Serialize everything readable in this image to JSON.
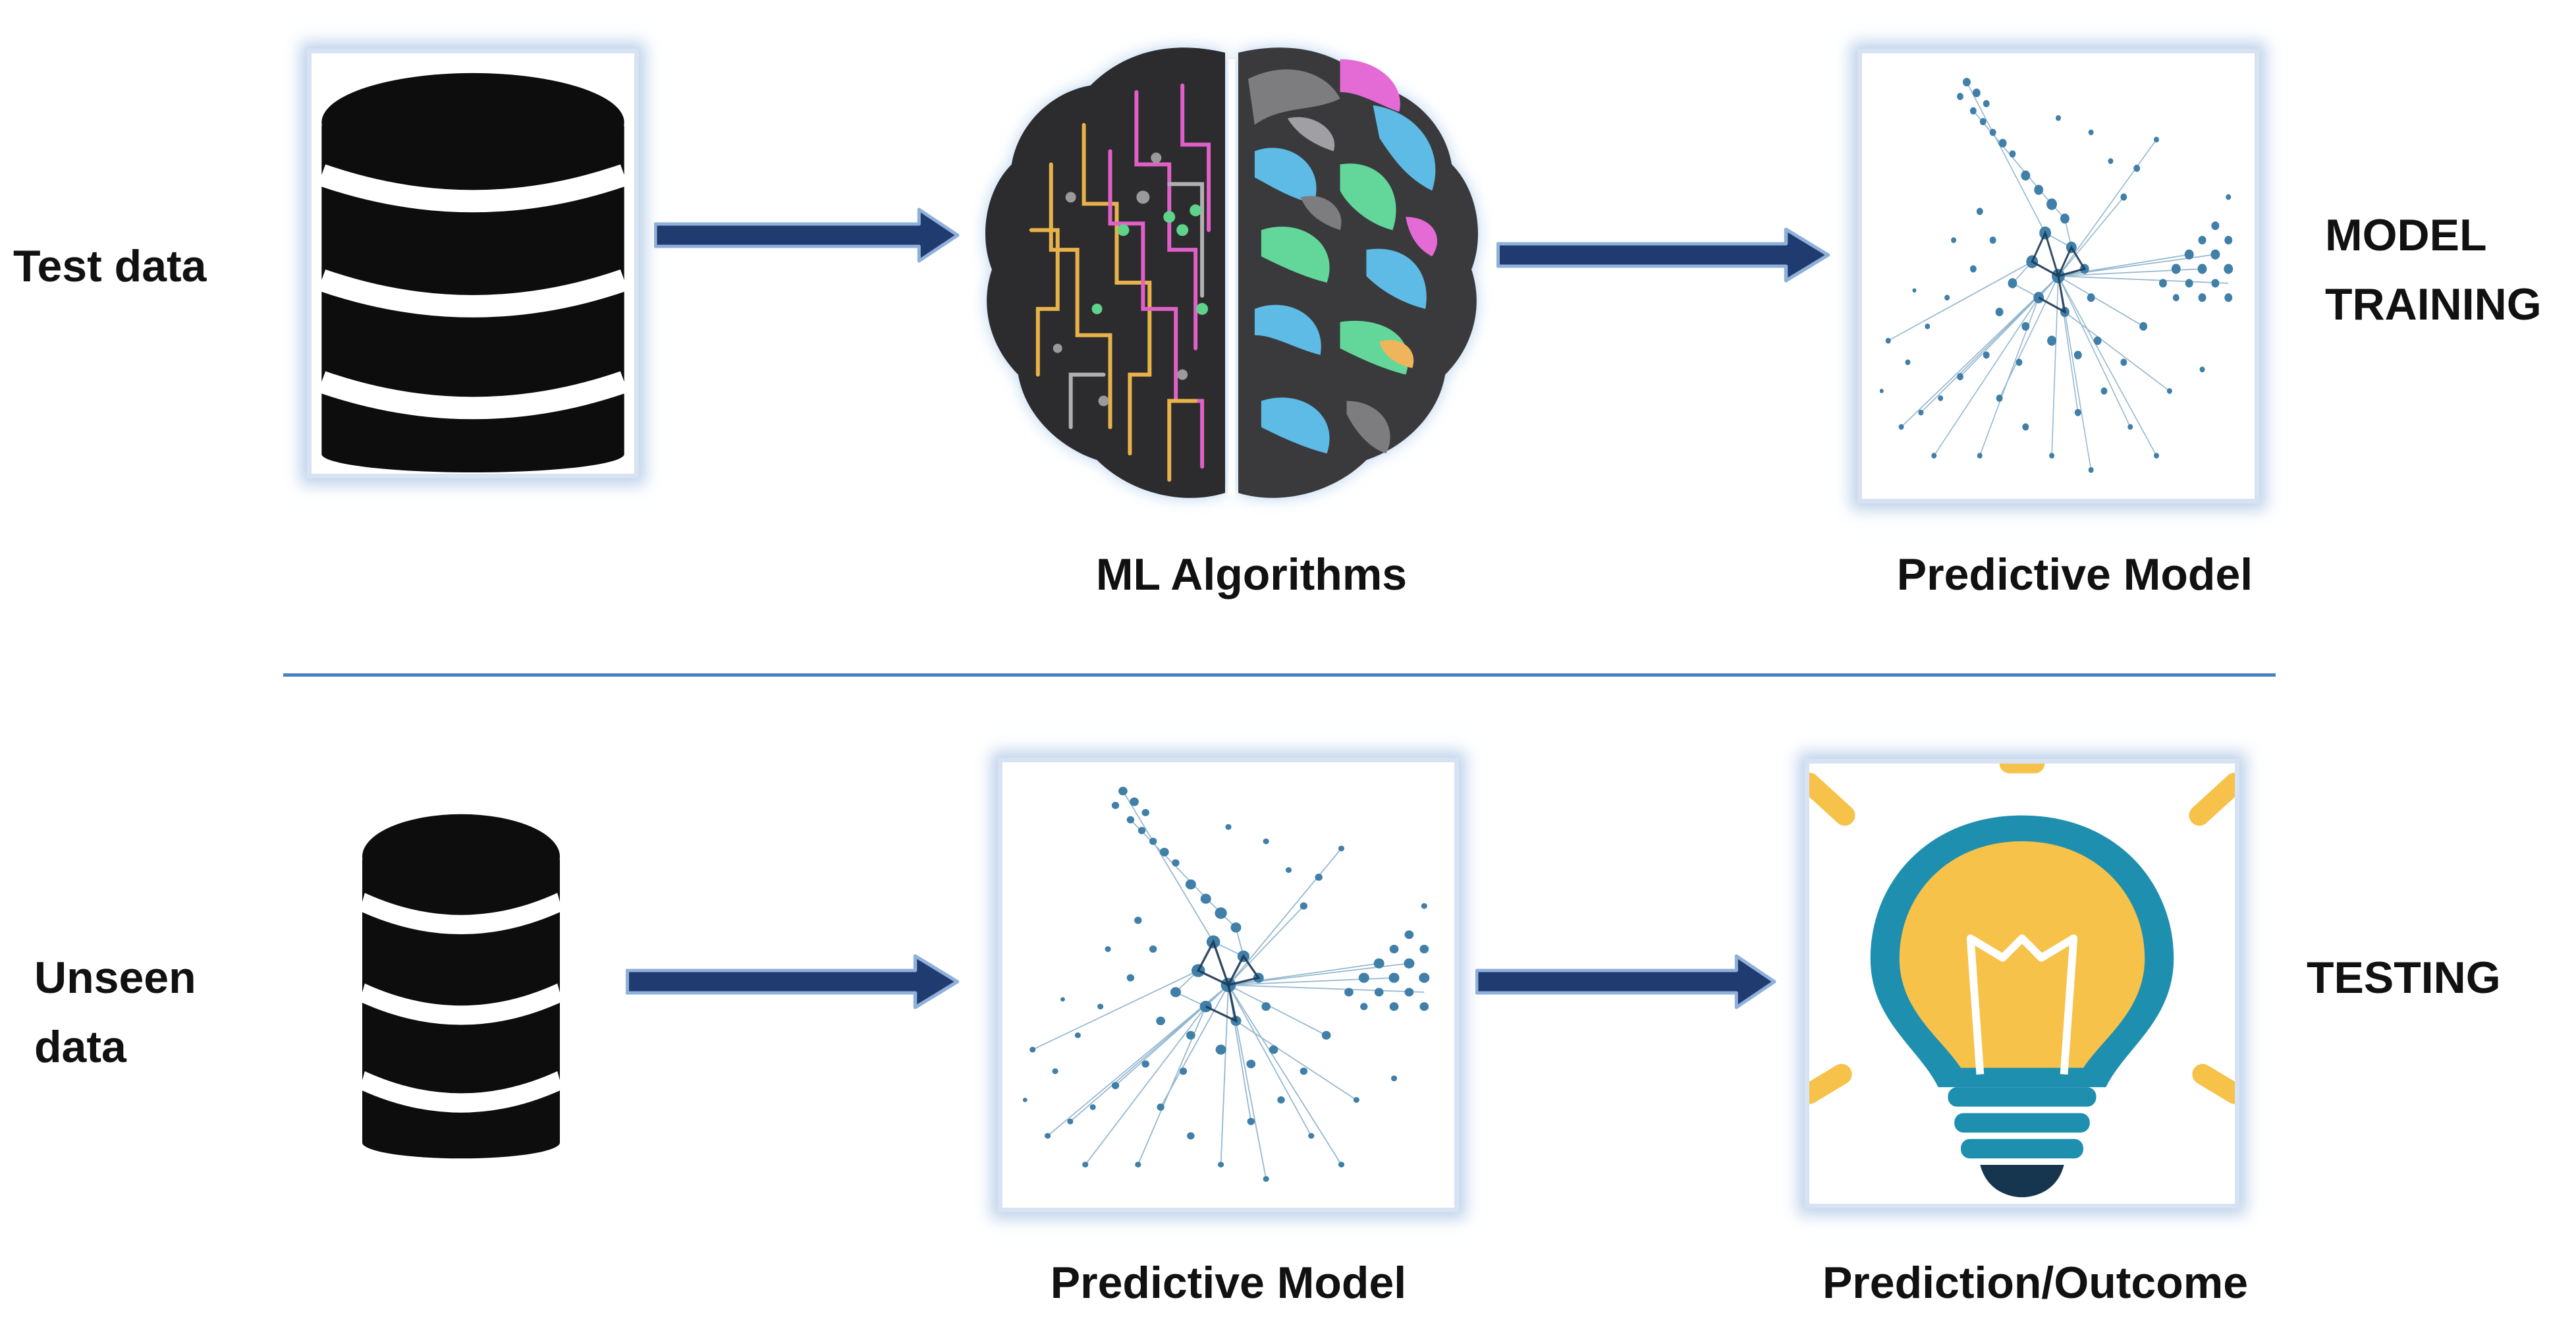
{
  "training": {
    "input_label": "Test data",
    "algorithm_label": "ML Algorithms",
    "model_label": "Predictive Model",
    "stage_label_line1": "MODEL",
    "stage_label_line2": "TRAINING"
  },
  "testing": {
    "input_label_line1": "Unseen",
    "input_label_line2": "data",
    "model_label": "Predictive Model",
    "outcome_label": "Prediction/Outcome",
    "stage_label": "TESTING"
  },
  "colors": {
    "arrow_fill": "#1f3b70",
    "arrow_edge": "#8fb0da",
    "divider": "#4a7fc4",
    "frame_glow": "#a7c1e4",
    "database": "#0d0d0d",
    "network": "#3f7fa8",
    "bulb_yellow": "#f6c24a",
    "bulb_teal": "#1f8fb0"
  },
  "icons": {
    "database": "database-icon",
    "brain": "brain-icon",
    "network": "network-graph-icon",
    "bulb": "lightbulb-icon"
  }
}
